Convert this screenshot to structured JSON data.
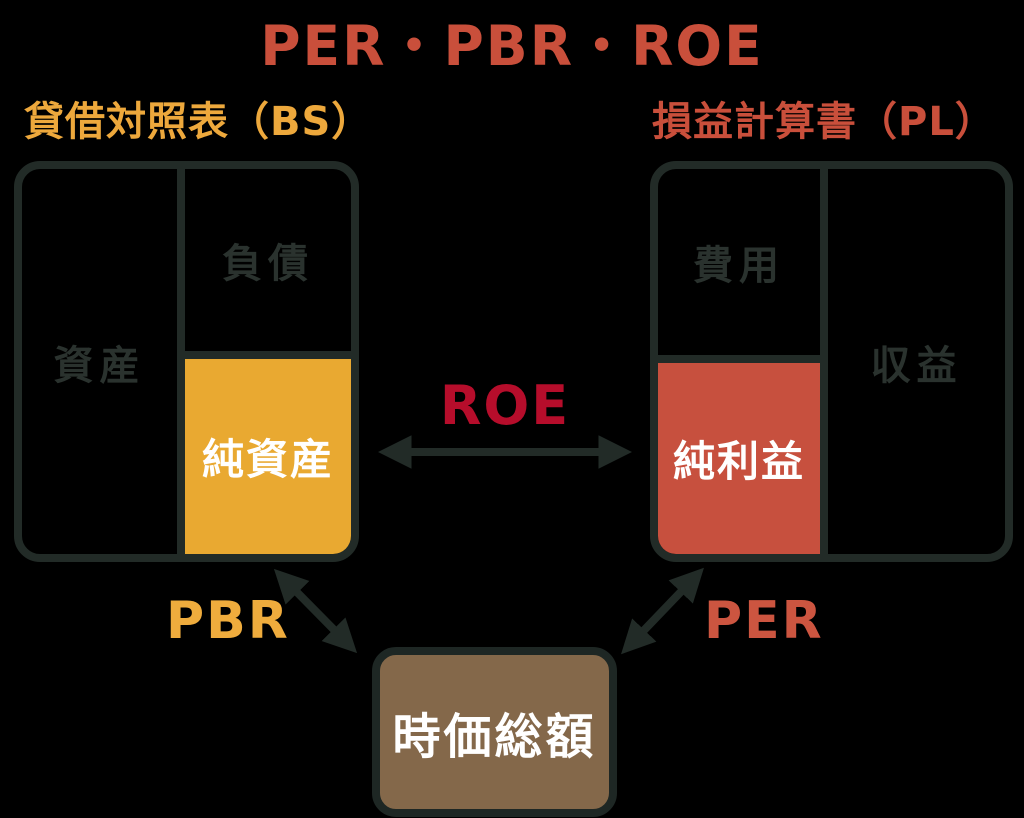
{
  "title": {
    "text": "PER・PBR・ROE",
    "color": "#C94F3B"
  },
  "balance_sheet": {
    "heading": "貸借対照表（BS）",
    "heading_color": "#EDA83C",
    "assets_label": "資産",
    "liabilities_label": "負債",
    "net_assets_label": "純資産",
    "net_assets_fill": "#E9A931"
  },
  "profit_loss": {
    "heading": "損益計算書（PL）",
    "heading_color": "#C94F3B",
    "expenses_label": "費用",
    "revenue_label": "収益",
    "net_income_label": "純利益",
    "net_income_fill": "#C7503E"
  },
  "market_cap": {
    "label": "時価総額",
    "fill": "#84684A"
  },
  "relations": {
    "roe": {
      "label": "ROE",
      "color": "#B60D2B",
      "between": [
        "純資産",
        "純利益"
      ]
    },
    "pbr": {
      "label": "PBR",
      "color": "#EFA93C",
      "between": [
        "純資産",
        "時価総額"
      ]
    },
    "per": {
      "label": "PER",
      "color": "#CC5540",
      "between": [
        "純利益",
        "時価総額"
      ]
    }
  },
  "colors": {
    "background": "#000000",
    "line": "#222B27",
    "muted_text": "#2A322E",
    "white_text": "#FFFFFF"
  }
}
